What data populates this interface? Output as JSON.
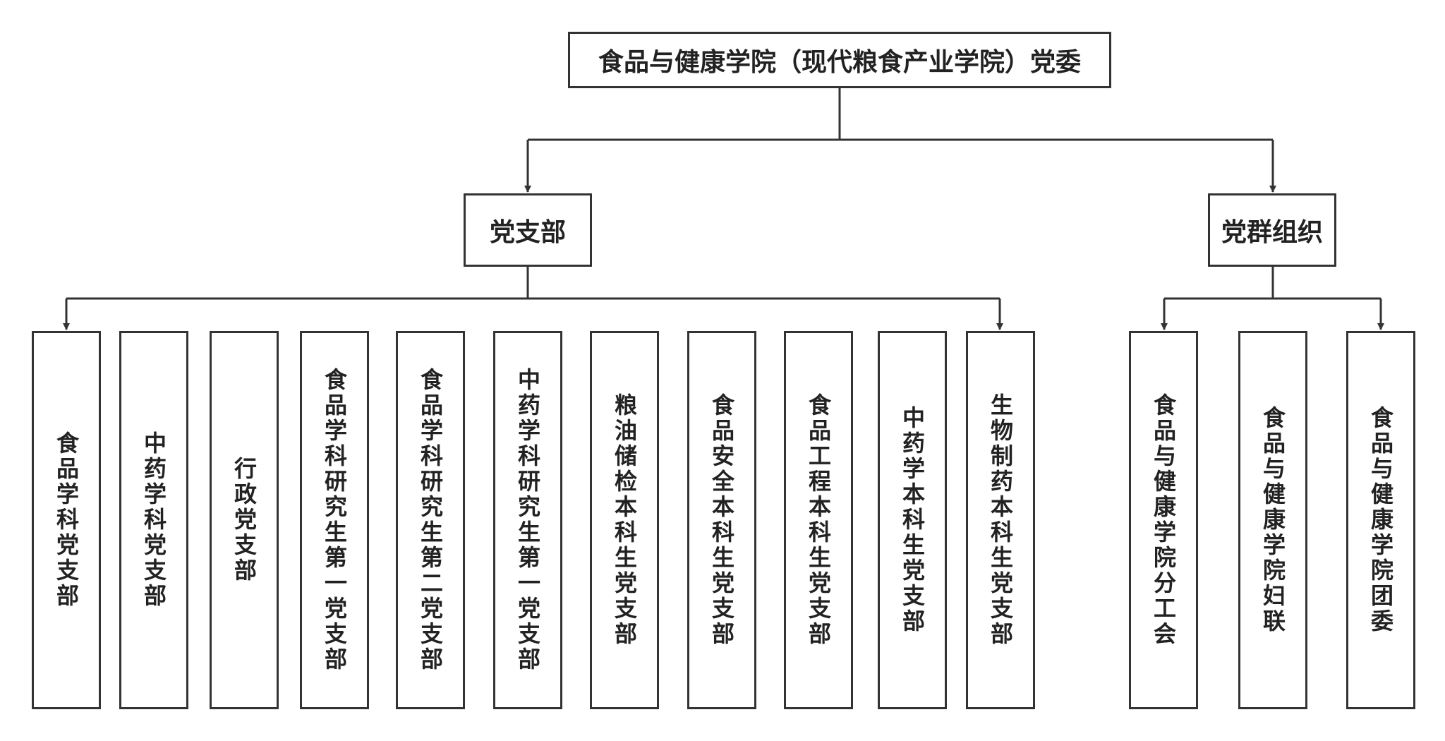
{
  "root": {
    "label": "食品与健康学院（现代粮食产业学院）党委"
  },
  "branches": {
    "label": "党支部",
    "children": [
      "食品学科党支部",
      "中药学科党支部",
      "行政党支部",
      "食品学科研究生第一党支部",
      "食品学科研究生第二党支部",
      "中药学科研究生第一党支部",
      "粮油储检本科生党支部",
      "食品安全本科生党支部",
      "食品工程本科生党支部",
      "中药学本科生党支部",
      "生物制药本科生党支部"
    ]
  },
  "mass_orgs": {
    "label": "党群组织",
    "children": [
      "食品与健康学院分工会",
      "食品与健康学院妇联",
      "食品与健康学院团委"
    ]
  },
  "colors": {
    "line": "#333333",
    "box_border": "#333333",
    "text": "#222222",
    "background": "#ffffff"
  }
}
